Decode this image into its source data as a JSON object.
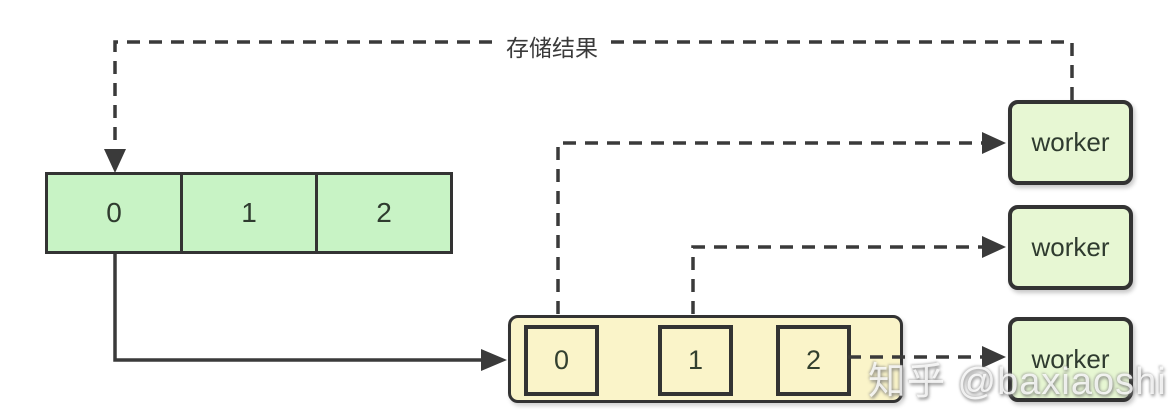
{
  "diagram": {
    "store_result_label": "存储结果",
    "result_array": {
      "cells": [
        "0",
        "1",
        "2"
      ]
    },
    "task_queue": {
      "cells": [
        "0",
        "1",
        "2"
      ]
    },
    "workers": [
      {
        "label": "worker"
      },
      {
        "label": "worker"
      },
      {
        "label": "worker"
      }
    ],
    "watermark": "知乎 @baxiaoshi",
    "colors": {
      "line_color": "#3a3a3a",
      "array_fill": "#c8f3c5",
      "queue_fill": "#faf4c9",
      "worker_fill": "#e7f7d3"
    }
  }
}
